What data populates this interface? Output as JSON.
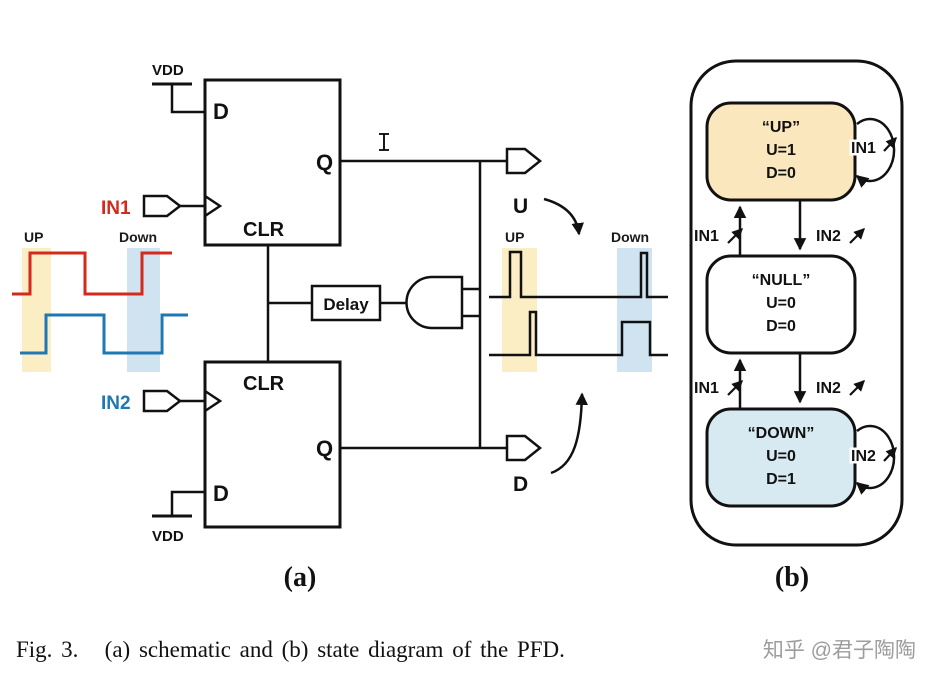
{
  "figure": {
    "caption": "Fig. 3.   (a) schematic and (b) state diagram of the PFD.",
    "watermark": "知乎 @君子陶陶",
    "label_a": "(a)",
    "label_b": "(b)"
  },
  "colors": {
    "in1_red": "#d42a1e",
    "in2_blue": "#1f77b4",
    "up_highlight": "#fbedc4",
    "down_highlight": "#cfe3f0"
  },
  "schematic": {
    "vdd_top_label": "VDD",
    "vdd_bottom_label": "VDD",
    "in1_label": "IN1",
    "in2_label": "IN2",
    "ff_top": {
      "d": "D",
      "q": "Q",
      "clr": "CLR"
    },
    "ff_bottom": {
      "d": "D",
      "q": "Q",
      "clr": "CLR"
    },
    "delay_label": "Delay",
    "out_u_label": "U",
    "out_d_label": "D",
    "in_wave": {
      "up": "UP",
      "down": "Down"
    },
    "out_wave": {
      "up": "UP",
      "down": "Down"
    }
  },
  "state_diagram": {
    "states": [
      {
        "name": "“UP”",
        "u": "U=1",
        "d": "D=0",
        "fill": "#fbe7bd"
      },
      {
        "name": "“NULL”",
        "u": "U=0",
        "d": "D=0",
        "fill": "#ffffff"
      },
      {
        "name": "“DOWN”",
        "u": "U=0",
        "d": "D=1",
        "fill": "#d7e9f1"
      }
    ],
    "transitions": {
      "null_to_up": "IN1",
      "up_to_null": "IN2",
      "down_to_null": "IN1",
      "null_to_down": "IN2",
      "up_self": "IN1",
      "down_self": "IN2"
    }
  }
}
